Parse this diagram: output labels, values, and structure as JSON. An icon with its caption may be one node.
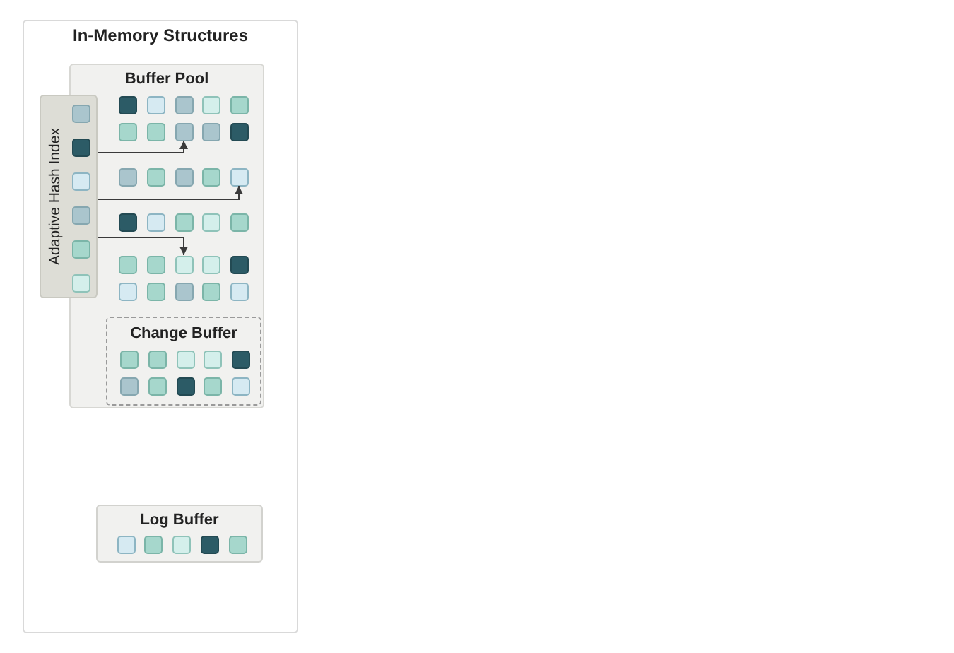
{
  "diagram": {
    "nodes": [
      {
        "text": [
          "In-Memory Structures"
        ]
      },
      {
        "text": [
          "Buffer Pool"
        ],
        "in": 0
      },
      {
        "text": [
          "Adaptive Hash Index"
        ],
        "in": 0
      },
      {
        "text": [],
        "shape": "box",
        "in": 1
      },
      {
        "text": [],
        "shape": "box",
        "in": 1
      },
      {
        "text": [],
        "shape": "box",
        "in": 1
      },
      {
        "text": [
          "Change Buffer"
        ],
        "in": 1
      },
      {
        "text": [
          "Log Buffer"
        ],
        "in": 0
      }
    ],
    "edges": [
      {
        "from": 2,
        "to": 3,
        "arrow": "to"
      },
      {
        "from": 2,
        "to": 4,
        "arrow": "to"
      },
      {
        "from": 2,
        "to": 5,
        "arrow": "to"
      }
    ]
  }
}
